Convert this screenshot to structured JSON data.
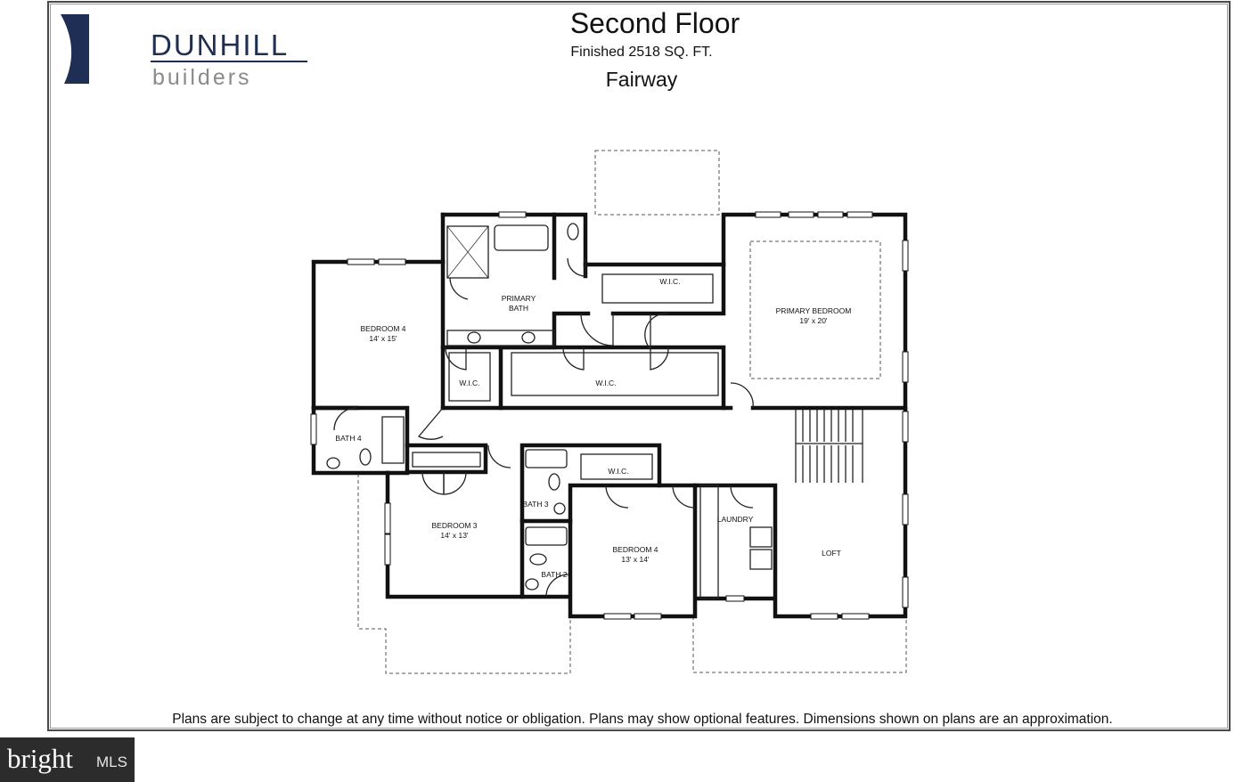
{
  "header": {
    "brand": "DUNHILL",
    "sub_brand": "builders",
    "title": "Second Floor",
    "area": "Finished 2518 SQ. FT.",
    "model": "Fairway"
  },
  "rooms": [
    {
      "name": "BEDROOM 4",
      "size": "14' x 15'"
    },
    {
      "name": "PRIMARY",
      "size": "BATH"
    },
    {
      "name": "PRIMARY BEDROOM",
      "size": "19' x 20'"
    },
    {
      "name": "W.I.C.",
      "size": ""
    },
    {
      "name": "W.I.C.",
      "size": ""
    },
    {
      "name": "W.I.C.",
      "size": ""
    },
    {
      "name": "BATH 4",
      "size": ""
    },
    {
      "name": "BEDROOM 3",
      "size": "14' x 13'"
    },
    {
      "name": "W.I.C.",
      "size": ""
    },
    {
      "name": "BATH 3",
      "size": ""
    },
    {
      "name": "BATH 2",
      "size": ""
    },
    {
      "name": "BEDROOM 4",
      "size": "13' x 14'"
    },
    {
      "name": "LAUNDRY",
      "size": ""
    },
    {
      "name": "LOFT",
      "size": ""
    }
  ],
  "footer": {
    "disclaimer": "Plans are subject to change at any time without notice or obligation. Plans may show optional features. Dimensions shown on plans are an approximation."
  },
  "mls": {
    "brand": "bright",
    "suffix": "MLS"
  },
  "colors": {
    "brand_navy": "#1f2e54",
    "wall": "#111111",
    "badge": "#2c2c2c"
  }
}
